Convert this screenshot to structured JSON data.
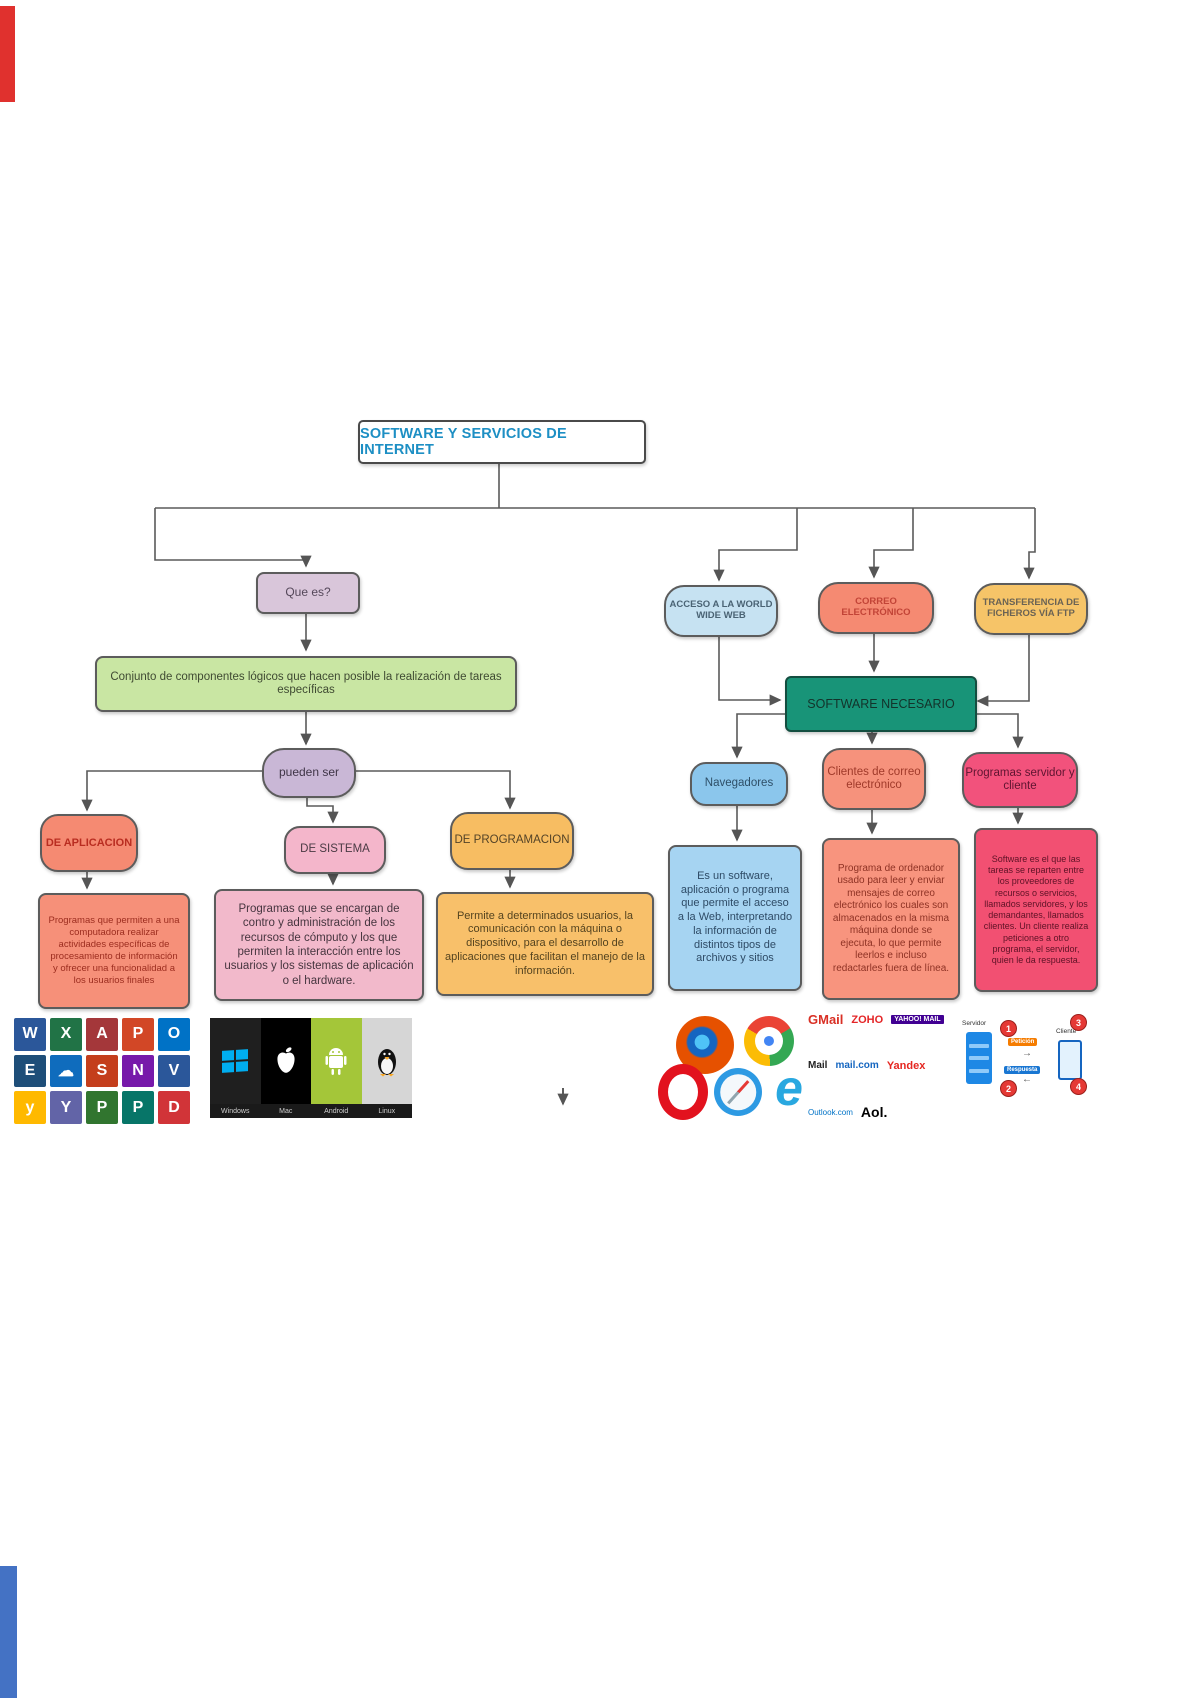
{
  "page": {
    "title": "SOFTWARE Y SERVICIOS DE INTERNET"
  },
  "left_branch": {
    "que_es": {
      "label": "Que es?",
      "color": "#d9c6da"
    },
    "definition": {
      "text": "Conjunto de componentes lógicos que hacen posible la realización de tareas específicas",
      "color": "#c9e6a3"
    },
    "pueden_ser": {
      "label": "pueden ser",
      "color": "#c9b7d6"
    },
    "categories": [
      {
        "label": "DE APLICACION",
        "description": "Programas que permiten a una computadora realizar actividades específicas de procesamiento de información y ofrecer una funcionalidad a los usuarios finales",
        "color": "#f58a72",
        "desc_color": "#f69079"
      },
      {
        "label": "DE SISTEMA",
        "description": "Programas que se encargan de contro y administración de los recursos de cómputo y los que permiten la interacción entre los usuarios y los sistemas de aplicación o el hardware.",
        "color": "#f4b6cb",
        "desc_color": "#f2b9cb"
      },
      {
        "label": "DE PROGRAMACION",
        "description": "Permite a determinados usuarios, la comunicación con la máquina o dispositivo, para el desarrollo de aplicaciones que facilitan el manejo de la información.",
        "color": "#f7bd62",
        "desc_color": "#f8c06a"
      }
    ]
  },
  "right_branch": {
    "services": [
      {
        "label": "ACCESO A LA WORLD WIDE WEB",
        "color": "#c6e2f2"
      },
      {
        "label": "CORREO ELECTRÓNICO",
        "color": "#f58a72"
      },
      {
        "label": "TRANSFERENCIA DE FICHEROS VÍA FTP",
        "color": "#f6c468"
      }
    ],
    "software_necesario": {
      "label": "SOFTWARE NECESARIO",
      "color": "#189478"
    },
    "tools": [
      {
        "label": "Navegadores",
        "description": "Es un software, aplicación o programa que permite el acceso a la Web, interpretando la información de distintos tipos de archivos y sitios",
        "color": "#8bc6ec",
        "desc_color": "#a6d4f2"
      },
      {
        "label": "Clientes de correo electrónico",
        "description": "Programa de ordenador usado para leer y enviar mensajes de correo electrónico los cuales son almacenados en la misma máquina donde se ejecuta, lo que permite leerlos e incluso redactarles fuera de línea.",
        "color": "#f6927c",
        "desc_color": "#f8947e"
      },
      {
        "label": "Programas servidor y cliente",
        "description": "Software es el que las tareas se reparten entre los proveedores de recursos o servicios, llamados servidores, y los demandantes, llamados clientes. Un cliente realiza peticiones a otro programa, el servidor, quien le da respuesta.",
        "color": "#f2527c",
        "desc_color": "#f25072"
      }
    ]
  },
  "collages": {
    "office": {
      "tiles": [
        {
          "letter": "W",
          "color": "#2b579a"
        },
        {
          "letter": "X",
          "color": "#217346"
        },
        {
          "letter": "A",
          "color": "#a4373a"
        },
        {
          "letter": "P",
          "color": "#d24726"
        },
        {
          "letter": "O",
          "color": "#0072c6"
        },
        {
          "letter": "E",
          "color": "#1e4e79"
        },
        {
          "letter": "☁",
          "color": "#0f6cbd"
        },
        {
          "letter": "S",
          "color": "#c43e1c"
        },
        {
          "letter": "N",
          "color": "#7719aa"
        },
        {
          "letter": "V",
          "color": "#2b579a"
        },
        {
          "letter": "y",
          "color": "#ffb900"
        },
        {
          "letter": "Y",
          "color": "#6264a7"
        },
        {
          "letter": "P",
          "color": "#31752f"
        },
        {
          "letter": "P",
          "color": "#077568"
        },
        {
          "letter": "D",
          "color": "#d13438"
        }
      ]
    },
    "os": {
      "panels": [
        {
          "name": "Windows",
          "color": "#1f1f1f"
        },
        {
          "name": "Mac",
          "color": "#000000"
        },
        {
          "name": "Android",
          "color": "#a4c639"
        },
        {
          "name": "Linux",
          "color": "#d6d6d6"
        }
      ]
    },
    "email_brands": [
      {
        "text": "GMail",
        "color": "#d93025"
      },
      {
        "text": "ZOHO",
        "color": "#e42527"
      },
      {
        "text": "YAHOO! MAIL",
        "color": "#ffffff"
      },
      {
        "text": "Mail",
        "color": "#222222"
      },
      {
        "text": "mail.com",
        "color": "#1566c0"
      },
      {
        "text": "Yandex",
        "color": "#e52620"
      },
      {
        "text": "Outlook.com",
        "color": "#0072c6"
      },
      {
        "text": "Aol.",
        "color": "#000000"
      }
    ],
    "client_server": {
      "servidor": "Servidor",
      "cliente": "Cliente",
      "peticion": "Petición",
      "respuesta": "Respuesta",
      "steps": [
        "1",
        "2",
        "3",
        "4"
      ]
    }
  }
}
